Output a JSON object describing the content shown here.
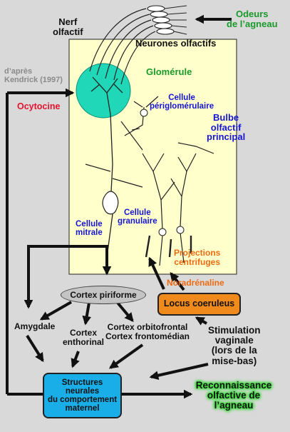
{
  "labels": {
    "nerf_olfactif": "Nerf\nolfactif",
    "odeurs": "Odeurs\nde l’agneau",
    "neurones": "Neurones olfactifs",
    "dapres": "d’après\nKendrick (1997)",
    "glomerule": "Glomérule",
    "ocytocine": "Ocytocine",
    "periglomerulaire": "Cellule\npériglomérulaire",
    "bulbe": "Bulbe\nolfactif\nprincipal",
    "granulaire": "Cellule\ngranulaire",
    "mitrale": "Cellule\nmitrale",
    "projections": "Projections\ncentrifuges",
    "noradrenaline": "Noradrénaline",
    "amygdale": "Amygdale",
    "enthorinal": "Cortex\nenthorinal",
    "orbitofrontal": "Cortex orbitofrontal\nCortex frontomédian",
    "stimulation": "Stimulation\nvaginale\n(lors de la\nmise-bas)"
  },
  "boxes": {
    "cortex_piriforme": "Cortex piriforme",
    "locus_coeruleus": "Locus coeruleus",
    "structures": "Structures\nneurales\ndu comportement\nmaternel",
    "reconnaissance": "Reconnaissance\nolfactive de\nl’agneau"
  },
  "colors": {
    "background": "#d9d9d9",
    "bulb_fill": "#ffffcc",
    "glomerule_fill": "#20d8b8",
    "piriforme_fill": "#c4c4c4",
    "locus_fill": "#f08a1c",
    "structures_fill": "#19aee8",
    "reconnaissance_glow": "#3cdc3c",
    "label_blue": "#1515d6",
    "label_green": "#1a9a2a",
    "label_red": "#e8112d",
    "label_orange": "#ee6a10"
  }
}
